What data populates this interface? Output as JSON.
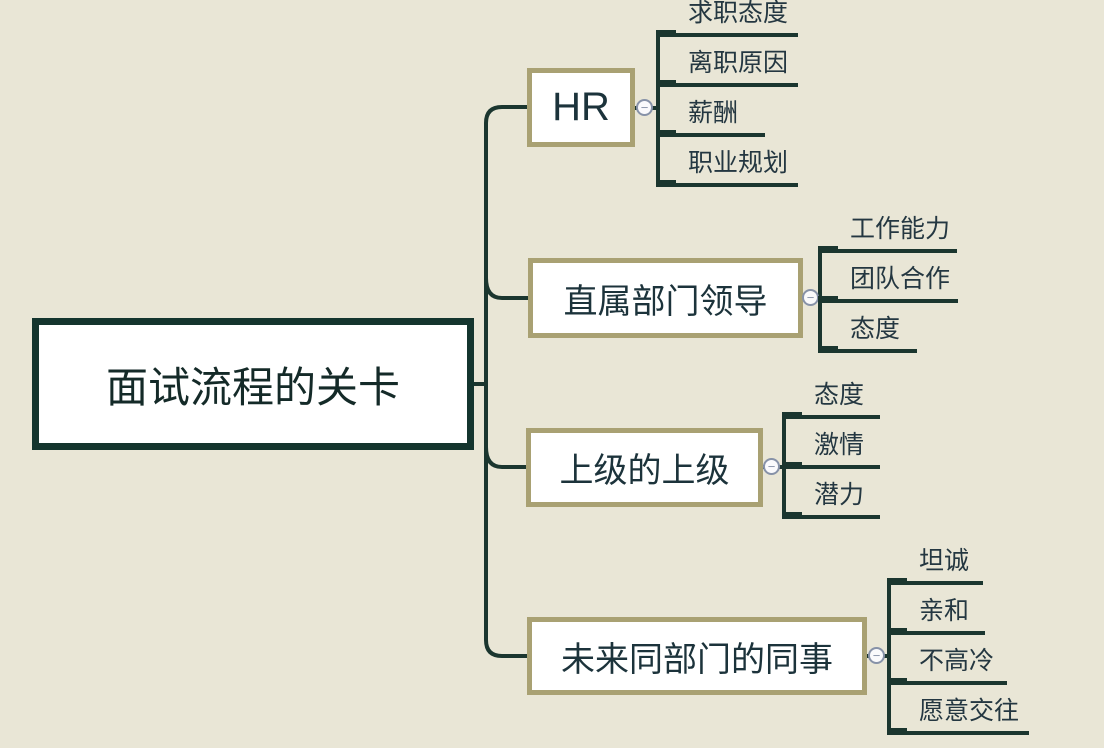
{
  "root": {
    "label": "面试流程的关卡"
  },
  "branches": [
    {
      "label": "HR",
      "children": [
        "求职态度",
        "离职原因",
        "薪酬",
        "职业规划"
      ]
    },
    {
      "label": "直属部门领导",
      "children": [
        "工作能力",
        "团队合作",
        "态度"
      ]
    },
    {
      "label": "上级的上级",
      "children": [
        "态度",
        "激情",
        "潜力"
      ]
    },
    {
      "label": "未来同部门的同事",
      "children": [
        "坦诚",
        "亲和",
        "不高冷",
        "愿意交往"
      ]
    }
  ],
  "icons": {
    "collapse_minus": "−"
  },
  "colors": {
    "background": "#e9e6d6",
    "line": "#1b362f",
    "root_border": "#14352e",
    "branch_border": "#a9a173",
    "node_fill": "#ffffff",
    "text": "#1c333b",
    "collapse_indicator": "#8792a8"
  }
}
